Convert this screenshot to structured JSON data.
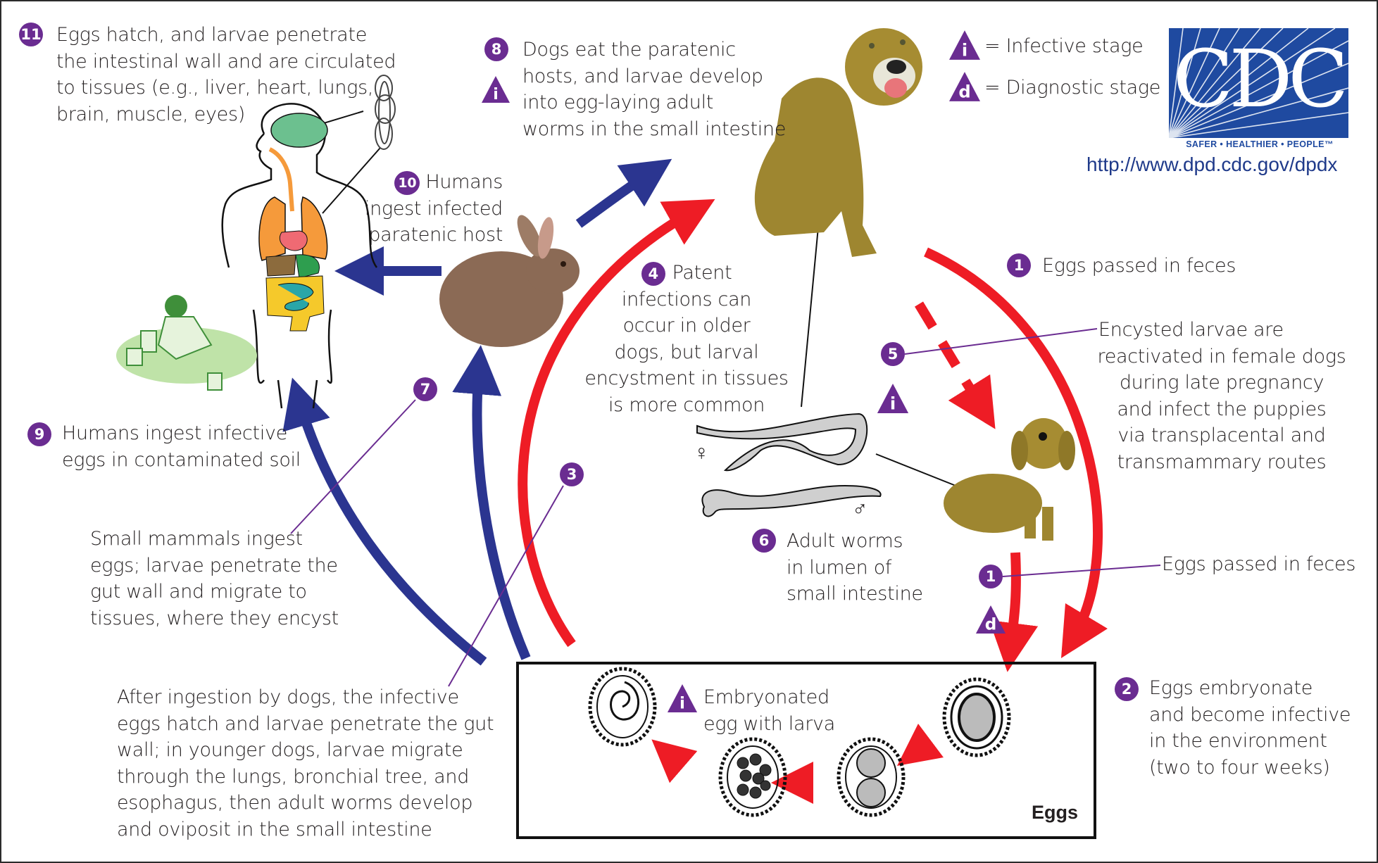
{
  "title": "Toxocara canis life cycle",
  "legend": {
    "infective": {
      "symbol": "i",
      "label": "= Infective stage"
    },
    "diagnostic": {
      "symbol": "d",
      "label": "= Diagnostic stage"
    }
  },
  "logo": {
    "text": "CDC",
    "tagline": "SAFER • HEALTHIER • PEOPLE™",
    "url": "http://www.dpd.cdc.gov/dpdx"
  },
  "colors": {
    "badge": "#6a2c91",
    "dog_cycle_arrow": "#ee1c25",
    "human_cycle_arrow": "#2b3590",
    "logo_blue": "#1f4aa0"
  },
  "steps": {
    "s1a": {
      "num": "1",
      "lines": [
        "Eggs passed in feces"
      ]
    },
    "s1b": {
      "num": "1",
      "stage": "d",
      "lines": [
        "Eggs passed in feces"
      ]
    },
    "s2": {
      "num": "2",
      "lines": [
        "Eggs embryonate",
        "and become infective",
        "in the environment",
        "(two to four weeks)"
      ]
    },
    "s3": {
      "num": "3",
      "lines": [
        "After ingestion by dogs, the infective",
        "eggs hatch and larvae penetrate the gut",
        "wall; in younger dogs, larvae migrate",
        "through the lungs, bronchial tree, and",
        "esophagus, then adult worms develop",
        "and oviposit in the small intestine"
      ]
    },
    "s4": {
      "num": "4",
      "lines": [
        "Patent",
        "infections can",
        "occur in older",
        "dogs, but larval",
        "encystment in tissues",
        "is more common"
      ]
    },
    "s5": {
      "num": "5",
      "stage": "i",
      "lines": [
        "Encysted larvae are",
        "reactivated in female dogs",
        "during late pregnancy",
        "and infect the puppies",
        "via transplacental and",
        "transmammary routes"
      ]
    },
    "s6": {
      "num": "6",
      "lines": [
        "Adult worms",
        "in lumen of",
        "small intestine"
      ]
    },
    "s7": {
      "num": "7",
      "lines": [
        "Small mammals ingest",
        "eggs; larvae penetrate the",
        "gut wall and migrate to",
        "tissues, where they encyst"
      ]
    },
    "s8": {
      "num": "8",
      "stage": "i",
      "lines": [
        "Dogs eat the paratenic",
        "hosts, and larvae develop",
        "into egg-laying adult",
        "worms in the small intestine"
      ]
    },
    "s9": {
      "num": "9",
      "lines": [
        "Humans ingest infective",
        "eggs in contaminated soil"
      ]
    },
    "s10": {
      "num": "10",
      "lines": [
        "Humans",
        "ingest infected",
        "paratenic host"
      ]
    },
    "s11": {
      "num": "11",
      "lines": [
        "Eggs hatch, and larvae penetrate",
        "the intestinal wall and are circulated",
        "to tissues (e.g., liver, heart, lungs,",
        "brain, muscle, eyes)"
      ]
    }
  },
  "eggs": {
    "label": "Eggs",
    "embryonated": {
      "stage": "i",
      "lines": [
        "Embryonated",
        "egg with larva"
      ]
    }
  },
  "symbols": {
    "female": "♀",
    "male": "♂"
  }
}
